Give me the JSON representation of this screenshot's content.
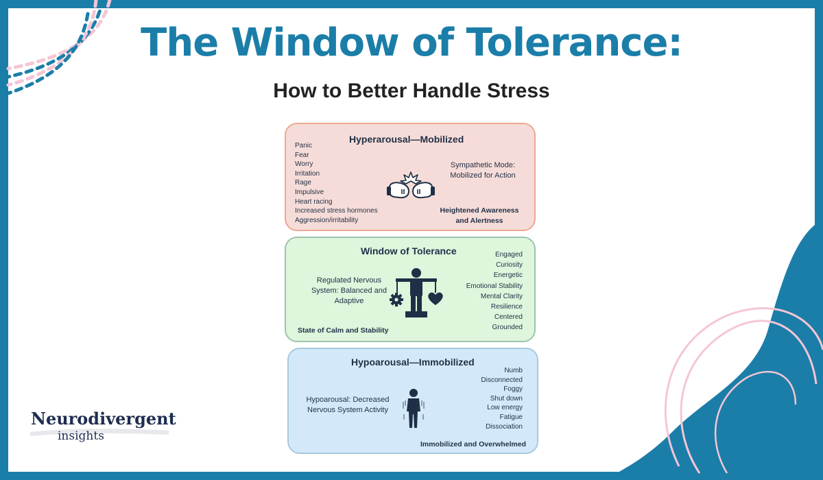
{
  "page": {
    "title": "The Window of Tolerance:",
    "subtitle": "How to Better Handle Stress"
  },
  "colors": {
    "frame": "#1b7ea8",
    "title": "#1b7ea8",
    "hyper_fill": "#f6dcd8",
    "window_fill": "#dff5dc",
    "hypo_fill": "#d3e9fa",
    "text_dark": "#1f2f46",
    "accent_pink": "#f4c6d6"
  },
  "zones": {
    "hyper": {
      "title": "Hyperarousal—Mobilized",
      "items": [
        "Panic",
        "Fear",
        "Worry",
        "Irritation",
        "Rage",
        "Impulsive",
        "Heart racing",
        "Increased stress hormones",
        "Aggression/irritability"
      ],
      "note_line1": "Sympathetic Mode:",
      "note_line2": "Mobilized for Action",
      "caption_line1": "Heightened Awareness",
      "caption_line2": "and Alertness",
      "icon": "boxing-gloves-icon"
    },
    "window": {
      "title": "Window of Tolerance",
      "items": [
        "Engaged",
        "Curiosity",
        "Energetic",
        "Emotional Stability",
        "Mental Clarity",
        "Resilience",
        "Centered",
        "Grounded"
      ],
      "note_line1": "Regulated Nervous",
      "note_line2": "System: Balanced and",
      "note_line3": "Adaptive",
      "caption": "State of Calm and Stability",
      "icon": "balance-person-icon"
    },
    "hypo": {
      "title": "Hypoarousal—Immobilized",
      "items": [
        "Numb",
        "Disconnected",
        "Foggy",
        "Shut down",
        "Low energy",
        "Fatigue",
        "Dissociation"
      ],
      "note_line1": "Hypoarousal: Decreased",
      "note_line2": "Nervous System Activity",
      "caption": "Immobilized and Overwhelmed",
      "icon": "shivering-person-icon"
    }
  },
  "logo": {
    "main": "Neurodivergent",
    "sub": "insights"
  }
}
